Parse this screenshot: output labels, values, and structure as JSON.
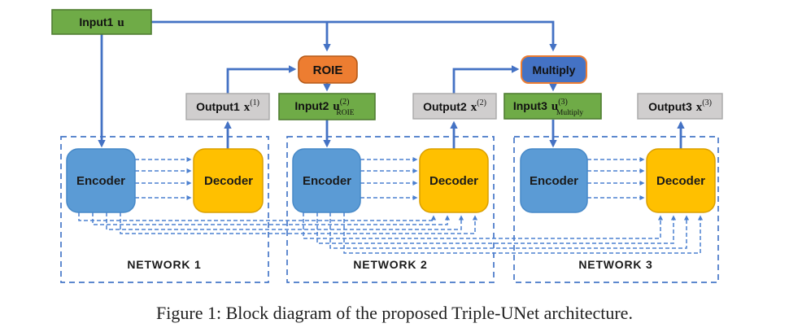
{
  "figure": {
    "caption": "Figure 1: Block diagram of the proposed Triple-UNet architecture."
  },
  "colors": {
    "input_fill": "#6FAB47",
    "input_border": "#507E32",
    "output_fill": "#D0CECE",
    "output_border": "#A8A8A8",
    "roie_fill": "#ED7D31",
    "roie_border": "#B55A19",
    "multiply_fill": "#4472C4",
    "multiply_border": "#ED7D31",
    "encoder_fill": "#5B9BD5",
    "encoder_border": "#4789C8",
    "decoder_fill": "#FFC000",
    "decoder_border": "#DA9F00",
    "arrow": "#4472C4",
    "dashed": "#4C80D0",
    "net_border": "#4677C8"
  },
  "nodes": {
    "input1": {
      "label": "Input1",
      "symbol": "u"
    },
    "roie": {
      "label": "ROIE"
    },
    "multiply": {
      "label": "Multiply"
    },
    "output1": {
      "label": "Output1",
      "symbol": "x",
      "sup": "(1)"
    },
    "input2": {
      "label": "Input2",
      "symbol": "u",
      "sup": "(2)",
      "sub": "ROIE"
    },
    "output2": {
      "label": "Output2",
      "symbol": "x",
      "sup": "(2)"
    },
    "input3": {
      "label": "Input3",
      "symbol": "u",
      "sup": "(3)",
      "sub": "Multiply"
    },
    "output3": {
      "label": "Output3",
      "symbol": "x",
      "sup": "(3)"
    }
  },
  "networks": [
    {
      "name": "NETWORK 1",
      "encoder_label": "Encoder",
      "decoder_label": "Decoder"
    },
    {
      "name": "NETWORK 2",
      "encoder_label": "Encoder",
      "decoder_label": "Decoder"
    },
    {
      "name": "NETWORK 3",
      "encoder_label": "Encoder",
      "decoder_label": "Decoder"
    }
  ]
}
